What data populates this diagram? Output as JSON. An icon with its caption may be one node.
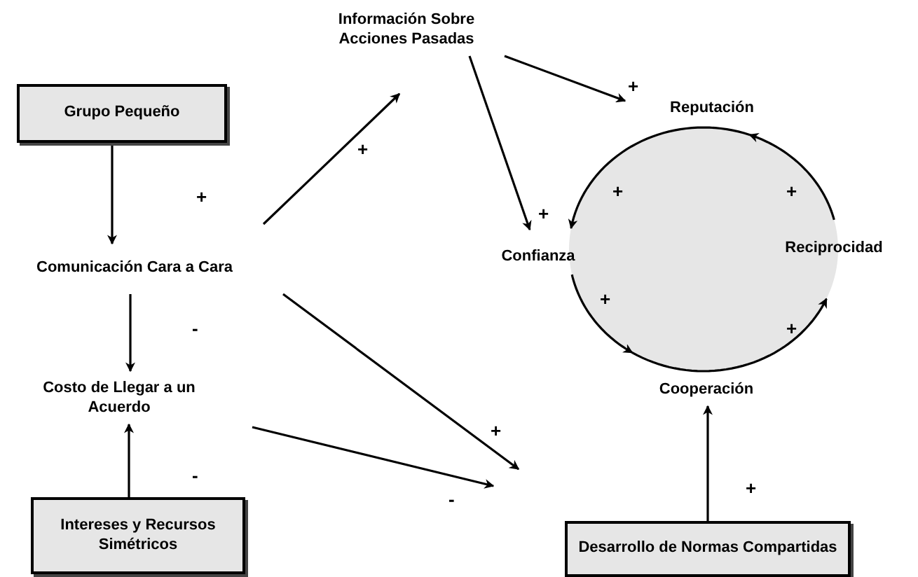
{
  "diagram": {
    "nodes": [
      {
        "text": [
          "Información Sobre Acciones Pasadas"
        ]
      },
      {
        "text": [
          "Grupo Pequeño"
        ]
      },
      {
        "text": [
          "Reputación"
        ]
      },
      {
        "text": [
          "Comunicación Cara a Cara"
        ]
      },
      {
        "text": [
          "Confianza"
        ]
      },
      {
        "text": [
          "Reciprocidad"
        ]
      },
      {
        "text": [
          "Cooperación"
        ]
      },
      {
        "text": [
          "Costo de Llegar a un Acuerdo"
        ]
      },
      {
        "text": [
          "Intereses y Recursos Simétricos"
        ]
      },
      {
        "text": [
          "Desarrollo de Normas Compartidas"
        ]
      }
    ],
    "edges": [
      {
        "from": 1,
        "to": 3,
        "arrow": "to",
        "label": "+"
      },
      {
        "from": 3,
        "to": 0,
        "arrow": "to",
        "label": "+"
      },
      {
        "from": 0,
        "to": 2,
        "arrow": "to",
        "label": "+"
      },
      {
        "from": 0,
        "to": 4,
        "arrow": "to",
        "label": "+"
      },
      {
        "from": 2,
        "to": 4,
        "arrow": "to",
        "label": "+"
      },
      {
        "from": 4,
        "to": 6,
        "arrow": "to",
        "label": "+"
      },
      {
        "from": 6,
        "to": 5,
        "arrow": "to",
        "label": "+"
      },
      {
        "from": 5,
        "to": 2,
        "arrow": "to",
        "label": "+"
      },
      {
        "from": 3,
        "to": 7,
        "arrow": "to",
        "label": "-"
      },
      {
        "from": 8,
        "to": 7,
        "arrow": "to",
        "label": "-"
      },
      {
        "from": 3,
        "to": null,
        "arrow": "to",
        "label": "+"
      },
      {
        "from": 7,
        "to": null,
        "arrow": "to",
        "label": "-"
      },
      {
        "from": 9,
        "to": 6,
        "arrow": "to",
        "label": "+"
      }
    ]
  }
}
